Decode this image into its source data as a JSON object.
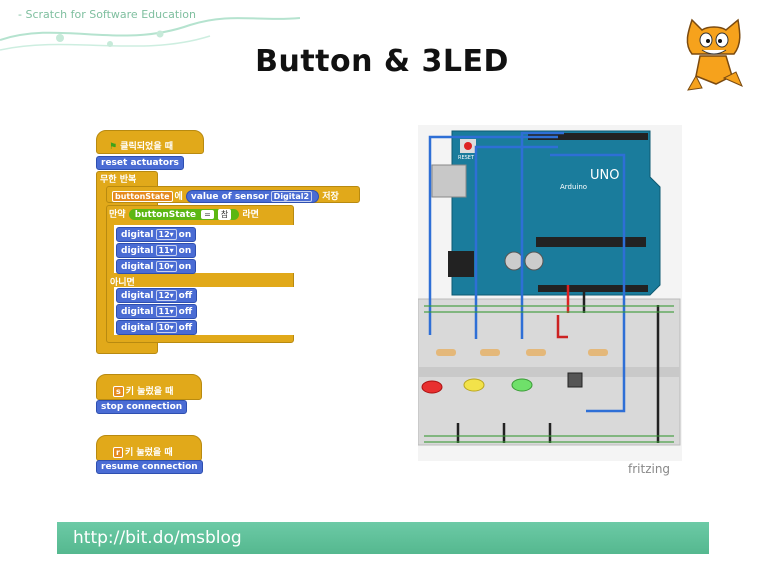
{
  "header": {
    "tag": "- Scratch for Software Education",
    "title": "Button & 3LED"
  },
  "scratch": {
    "flag_hat": "클릭되었을 때",
    "reset": "reset actuators",
    "forever": "무한 반복",
    "set_var": "buttonState",
    "set_to": "에",
    "sensor_label": "value of sensor",
    "sensor_dd": "Digital2",
    "set_save": "저장",
    "if_label": "만약",
    "cond_var": "buttonState",
    "cond_eq": "=",
    "cond_val": "참",
    "if_then": "라면",
    "else_label": "아니면",
    "on_blocks": [
      {
        "label": "digital",
        "pin": "12",
        "state": "on"
      },
      {
        "label": "digital",
        "pin": "11",
        "state": "on"
      },
      {
        "label": "digital",
        "pin": "10",
        "state": "on"
      }
    ],
    "off_blocks": [
      {
        "label": "digital",
        "pin": "12",
        "state": "off"
      },
      {
        "label": "digital",
        "pin": "11",
        "state": "off"
      },
      {
        "label": "digital",
        "pin": "10",
        "state": "off"
      }
    ],
    "key_hat_1": "키 눌렀을 때",
    "key_1": "s",
    "stop": "stop connection",
    "key_hat_2": "키 눌렀을 때",
    "key_2": "r",
    "resume": "resume connection"
  },
  "diagram": {
    "board_logo": "UNO",
    "board_brand": "Arduino",
    "reset_label": "RESET",
    "watermark": "fritzing"
  },
  "footer": {
    "url": "http://bit.do/msblog"
  },
  "colors": {
    "accent": "#5cbf97",
    "wire": "#2e6fd6",
    "led_red": "#e83030",
    "led_yellow": "#f2e24a",
    "led_green": "#6fe06a"
  }
}
